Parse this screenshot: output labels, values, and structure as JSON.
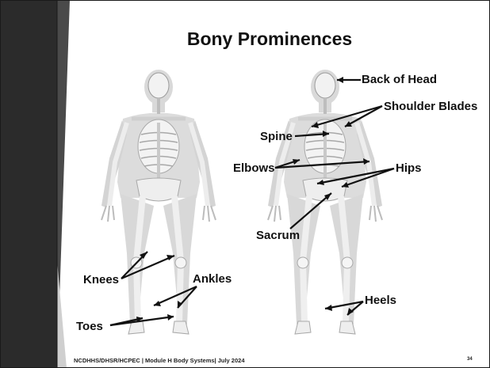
{
  "title": "Bony Prominences",
  "labels": {
    "back_of_head": "Back of Head",
    "shoulder_blades": "Shoulder Blades",
    "spine": "Spine",
    "elbows": "Elbows",
    "hips": "Hips",
    "sacrum": "Sacrum",
    "knees": "Knees",
    "ankles": "Ankles",
    "heels": "Heels",
    "toes": "Toes"
  },
  "footer": "NCDHHS/DHSR/HCPEC | Module H Body Systems| July 2024",
  "page_number": "34"
}
